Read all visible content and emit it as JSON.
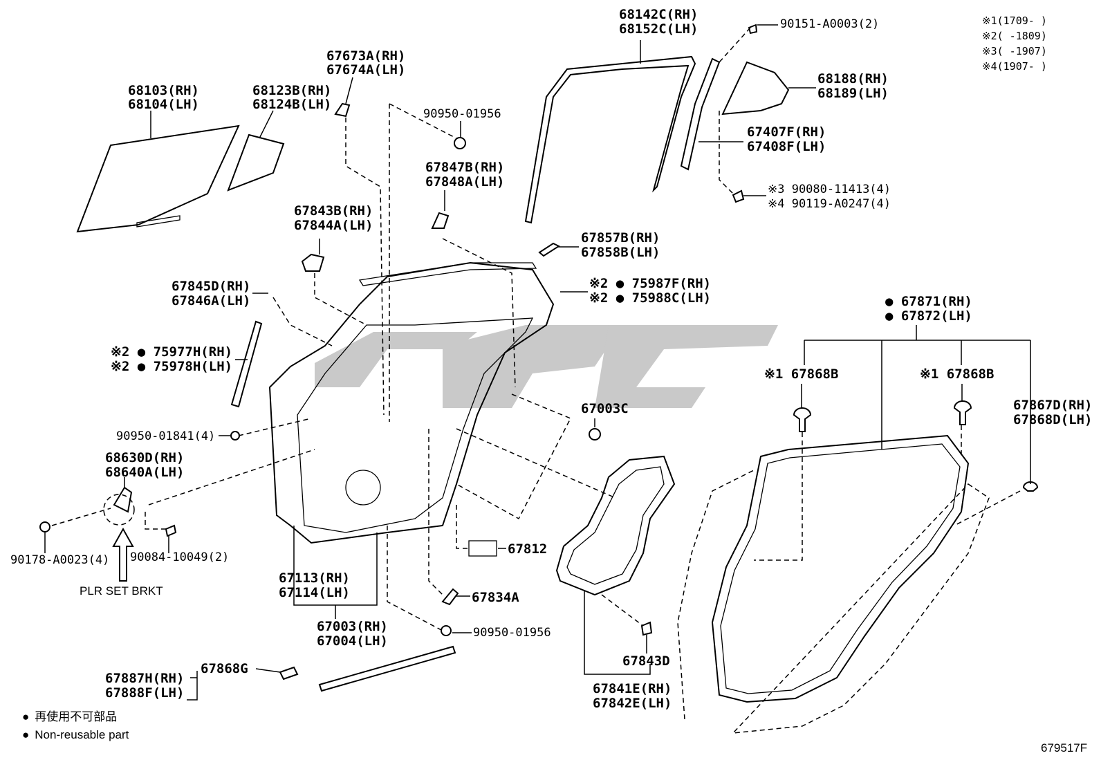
{
  "footnotes": [
    {
      "mark": "※1",
      "range": "(1709-      )"
    },
    {
      "mark": "※2",
      "range": "(      -1809)"
    },
    {
      "mark": "※3",
      "range": "(      -1907)"
    },
    {
      "mark": "※4",
      "range": "(1907-      )"
    }
  ],
  "labels": {
    "glass_rh": "68103(RH)",
    "glass_lh": "68104(LH)",
    "qglass_rh": "68123B(RH)",
    "qglass_lh": "68124B(LH)",
    "p67673": "67673A(RH)",
    "p67674": "67674A(LH)",
    "clip90950a": "90950-01956",
    "frame_rh": "68142C(RH)",
    "frame_lh": "68152C(LH)",
    "screw90151": "90151-A0003(2)",
    "p68188": "68188(RH)",
    "p68189": "68189(LH)",
    "p67407": "67407F(RH)",
    "p67408": "67408F(LH)",
    "bolt1": "※3 90080-11413(4)",
    "bolt2": "※4 90119-A0247(4)",
    "p67847": "67847B(RH)",
    "p67848": "67848A(LH)",
    "p67843b": "67843B(RH)",
    "p67844": "67844A(LH)",
    "p67857": "67857B(RH)",
    "p67858": "67858B(LH)",
    "p75987": "※2 ● 75987F(RH)",
    "p75988": "※2 ● 75988C(LH)",
    "p67845": "67845D(RH)",
    "p67846": "67846A(LH)",
    "p75977": "※2 ● 75977H(RH)",
    "p75978": "※2 ● 75978H(LH)",
    "p67871": "● 67871(RH)",
    "p67872": "● 67872(LH)",
    "p67868b_1": "※1 67868B",
    "p67868b_2": "※1 67868B",
    "p67003c": "67003C",
    "p67867": "67867D(RH)",
    "p67868d": "67868D(LH)",
    "clip90950b": "90950-01841(4)",
    "p68630": "68630D(RH)",
    "p68640": "68640A(LH)",
    "p67812": "67812",
    "nut90178": "90178-A0023(4)",
    "bolt90084": "90084-10049(2)",
    "plr": "PLR SET BRKT",
    "p67113": "67113(RH)",
    "p67114": "67114(LH)",
    "p67834": "67834A",
    "p67003": "67003(RH)",
    "p67004": "67004(LH)",
    "clip90950c": "90950-01956",
    "p67843d": "67843D",
    "p67841": "67841E(RH)",
    "p67842": "67842E(LH)",
    "p67887": "67887H(RH)",
    "p67888": "67888F(LH)",
    "p67868g": "67868G"
  },
  "legend": [
    {
      "symbol": "●",
      "text": "再使用不可部品"
    },
    {
      "symbol": "●",
      "text": "Non-reusable part"
    }
  ],
  "figure_code": "679517F"
}
